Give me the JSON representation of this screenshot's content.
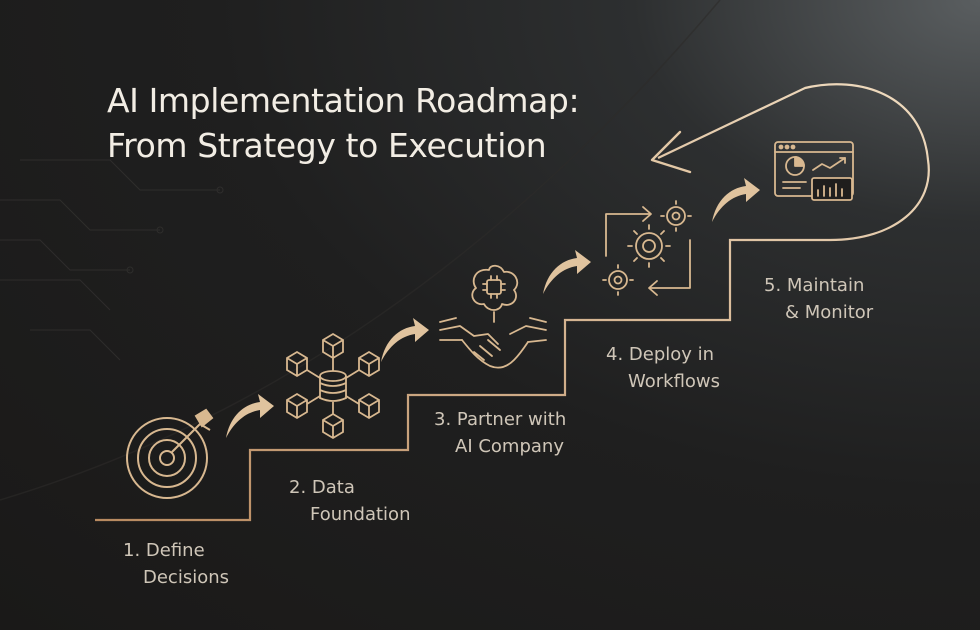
{
  "title": {
    "line1": "AI Implementation Roadmap:",
    "line2": "From Strategy to Execution"
  },
  "steps": [
    {
      "line1": "1. Define",
      "line2": "Decisions",
      "icon": "target-icon"
    },
    {
      "line1": "2. Data",
      "line2": "Foundation",
      "icon": "data-network-icon"
    },
    {
      "line1": "3. Partner with",
      "line2": "AI Company",
      "icon": "handshake-ai-icon"
    },
    {
      "line1": "4. Deploy in",
      "line2": "Workflows",
      "icon": "gears-cycle-icon"
    },
    {
      "line1": "5. Maintain",
      "line2": "& Monitor",
      "icon": "dashboard-icon"
    }
  ],
  "colors": {
    "accent": "#c9a27a",
    "accent_light": "#e3c8a6",
    "text": "#f2ede4",
    "label": "#cfc6b8",
    "background": "#1c1b1a"
  }
}
